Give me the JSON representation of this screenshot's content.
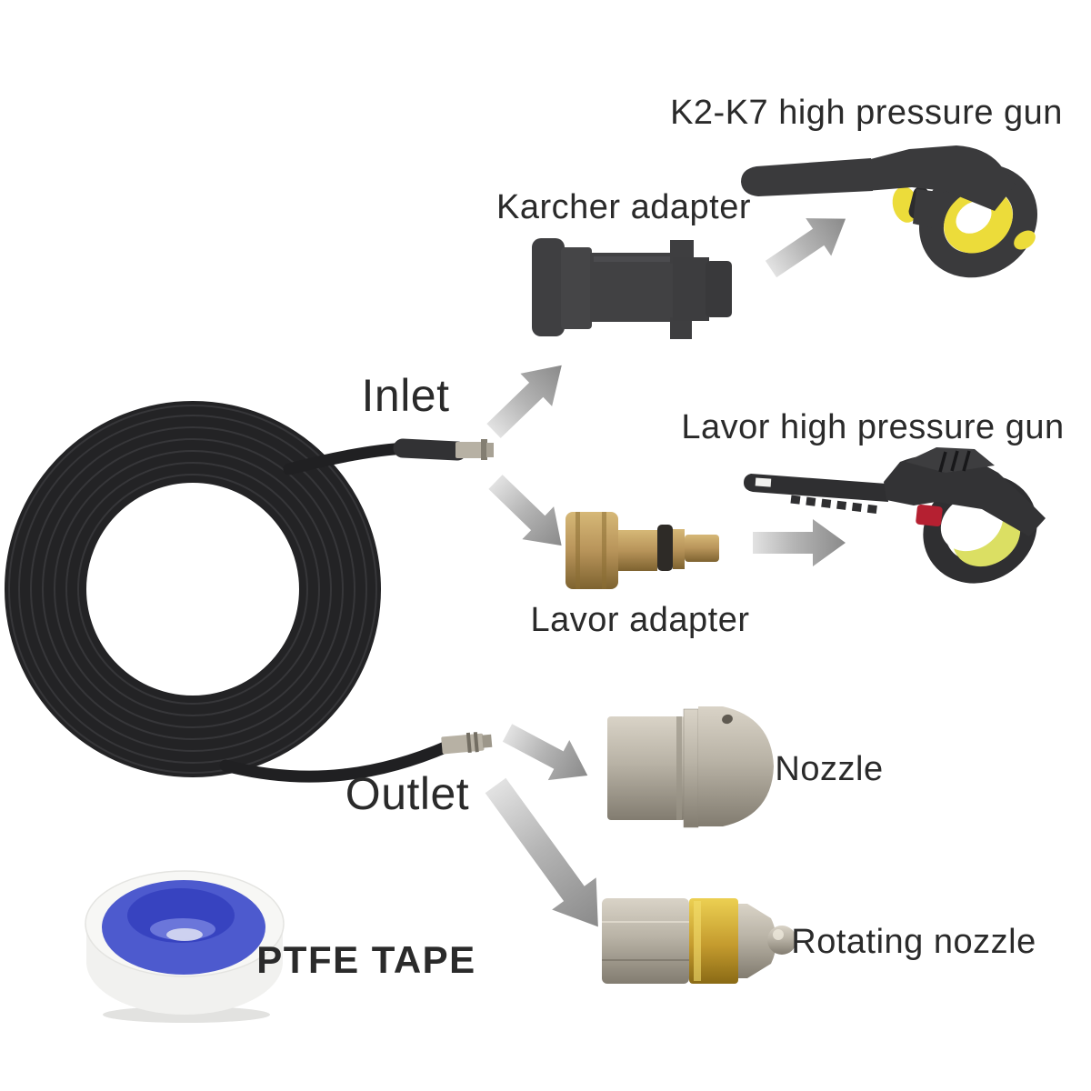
{
  "diagram": {
    "labels": {
      "k2k7_gun": "K2-K7 high pressure gun",
      "karcher_adapter": "Karcher adapter",
      "inlet": "Inlet",
      "lavor_gun": "Lavor high pressure gun",
      "lavor_adapter": "Lavor adapter",
      "outlet": "Outlet",
      "nozzle": "Nozzle",
      "rotating_nozzle": "Rotating nozzle",
      "ptfe_tape": "PTFE TAPE"
    },
    "colors": {
      "background": "#ffffff",
      "text": "#2a2a2a",
      "hose_black": "#232325",
      "gun_body": "#3a3a3c",
      "lavor_body": "#2f2f31",
      "accent_yellow": "#ecdc3a",
      "lavor_yellow": "#dbdf63",
      "trigger_red": "#b52031",
      "adapter_gray": "#414143",
      "brass": "#b8945a",
      "gold": "#c49b2e",
      "silver": "#b9b3a6",
      "arrow_gray": "#9a9a9a",
      "tape_blue": "#4d5ace",
      "tape_hole_blue": "#3743c0"
    }
  }
}
